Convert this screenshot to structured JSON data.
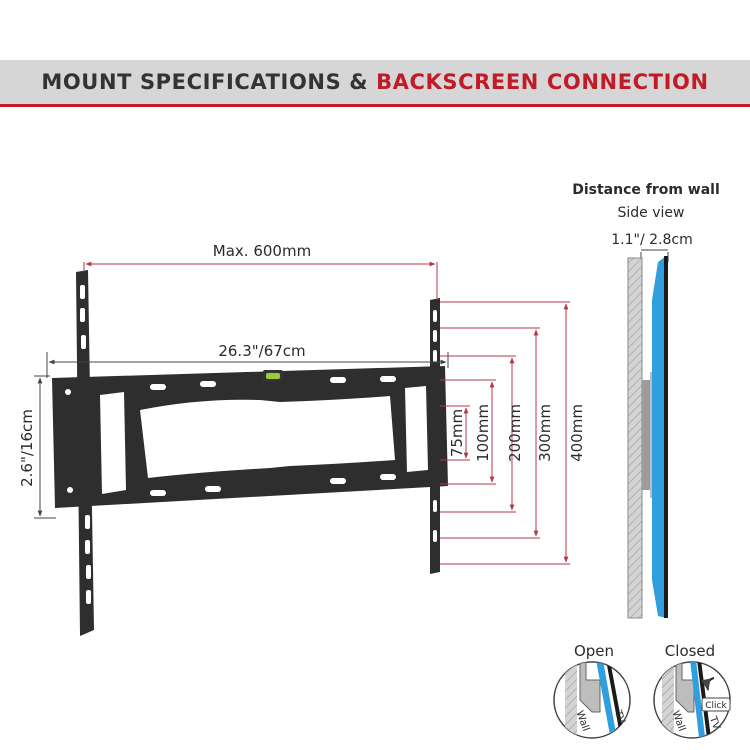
{
  "header": {
    "title_part1": "MOUNT SPECIFICATIONS & ",
    "title_part2": "BACKSCREEN CONNECTION"
  },
  "colors": {
    "accent": "#c11b27",
    "header_bg": "#d6d6d6",
    "mount": "#2e2e2e",
    "dimension_line": "#b5384a",
    "tv_panel": "#2f9fe0",
    "level_vial": "#9acd32"
  },
  "main_diagram": {
    "max_width_label": "Max. 600mm",
    "bracket_width_label": "26.3\"/67cm",
    "bracket_height_label": "2.6\"/16cm",
    "vesa_heights": [
      "75mm",
      "100mm",
      "200mm",
      "300mm",
      "400mm"
    ]
  },
  "side_view": {
    "title": "Distance from wall",
    "subtitle": "Side view",
    "distance_label": "1.1\"/ 2.8cm"
  },
  "lock_states": {
    "open_label": "Open",
    "closed_label": "Closed",
    "wall_label": "Wall",
    "tv_label": "TV",
    "click_label": "Click"
  }
}
